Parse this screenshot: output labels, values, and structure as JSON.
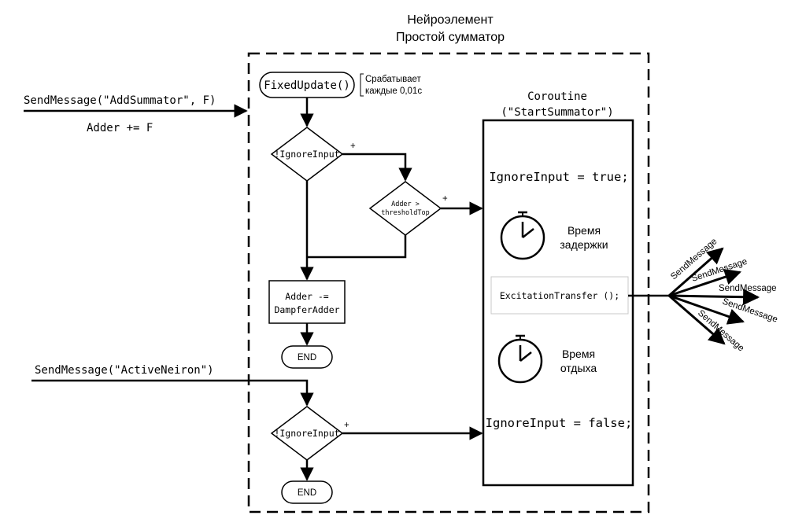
{
  "diagram": {
    "title_line1": "Нейроэлемент",
    "title_line2": "Простой сумматор",
    "input1": {
      "call": "SendMessage(\"AddSummator\", F)",
      "op": "Adder += F"
    },
    "input2": {
      "call": "SendMessage(\"ActiveNeiron\")"
    },
    "fixed_update": "FixedUpdate()",
    "fixed_note_line1": "Срабатывает",
    "fixed_note_line2": "каждые 0,01с",
    "ignore_input": "!IgnoreInput",
    "ignore_input_2": "!IgnoreInput",
    "plus": "+",
    "adder_cond_line1": "Adder >",
    "adder_cond_line2": "thresholdTop",
    "damp_line1": "Adder -=",
    "damp_line2": "DampferAdder",
    "end_1": "END",
    "end_2": "END",
    "coroutine_line1": "Coroutine",
    "coroutine_line2": "(\"StartSummator\")",
    "ignore_true": "IgnoreInput = true;",
    "delay_line1": "Время",
    "delay_line2": "задержки",
    "excitation": "ExcitationTransfer ();",
    "rest_line1": "Время",
    "rest_line2": "отдыха",
    "ignore_false": "IgnoreInput = false;",
    "send_message": "SendMessage"
  }
}
